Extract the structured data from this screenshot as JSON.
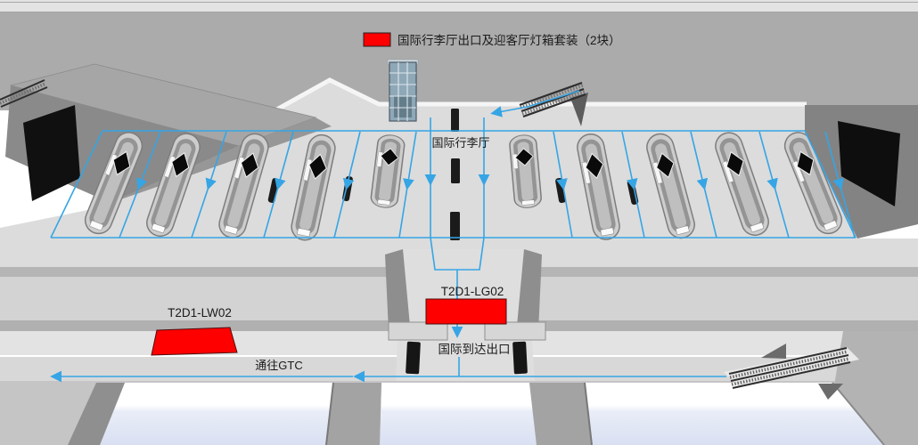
{
  "diagram": {
    "legend": {
      "text": "国际行李厅出口及迎客厅灯箱套装（2块）",
      "swatch_color": "#ff0000"
    },
    "areas": {
      "baggage_hall": "国际行李厅",
      "arrival_exit": "国际到达出口",
      "to_gtc": "通往GTC"
    },
    "lightboxes": [
      {
        "id": "T2D1-LW02"
      },
      {
        "id": "T2D1-LG02"
      }
    ],
    "colors": {
      "highlight_red": "#ff0000",
      "route_blue": "#35a5e5"
    }
  }
}
